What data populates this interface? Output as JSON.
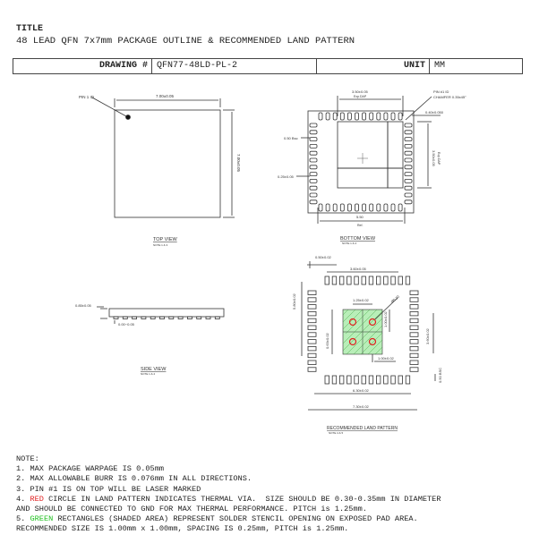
{
  "title_label": "TITLE",
  "title_text": "48 LEAD QFN 7x7mm PACKAGE OUTLINE & RECOMMENDED LAND PATTERN",
  "header": {
    "drawing_label": "DRAWING #",
    "drawing_value": "QFN77-48LD-PL-2",
    "unit_label": "UNIT",
    "unit_value": "MM"
  },
  "top_view": {
    "caption": "TOP VIEW",
    "sub": "NOTE 1 & 3",
    "pin1": "PIN 1 ID",
    "width_dim": "7.00±0.05",
    "height_dim": "7.00±0.05"
  },
  "bottom_view": {
    "caption": "BOTTOM VIEW",
    "sub": "NOTE 1 & 2",
    "epad_w": "3.50±0.05",
    "epad_w_sub": "Exp.DAP",
    "pin_label": "PIN #1 ID",
    "chamfer": "CHAMFER 0.35x45°",
    "lead_w": "0.40±0.050",
    "pitch": "0.50 Bsc",
    "lead_len": "0.25±0.05",
    "epad_h": "3.50±0.05",
    "epad_h_sub": "Exp.DAP",
    "span": "5.50",
    "span_sub": "Ref."
  },
  "side_view": {
    "caption": "SIDE VIEW",
    "sub": "NOTE 1 & 2",
    "height": "0.85±0.05",
    "standoff": "0.00~0.05"
  },
  "land_pattern": {
    "caption": "RECOMMENDED LAND PATTERN",
    "sub": "NOTE 4 & 5",
    "pad_w": "0.50±0.02",
    "epad_dim": "3.60±0.05",
    "via_pitch": "1.25±0.02",
    "via_dia": "Ø0.30",
    "left_outer": "5.80±0.02",
    "left_inner": "0.63±0.02",
    "stencil_h": "1.00±0.02",
    "stencil_w": "1.00±0.02",
    "right_inner": "3.60±0.02",
    "pitch": "0.50 BSC",
    "inner_span": "6.30±0.02",
    "outer_span": "7.30±0.02"
  },
  "notes": {
    "heading": "NOTE:",
    "n1": "1. MAX PACKAGE WARPAGE IS 0.05mm",
    "n2": "2. MAX ALLOWABLE BURR IS 0.076mm IN ALL DIRECTIONS.",
    "n3": "3. PIN #1 IS ON TOP WILL BE LASER MARKED",
    "n4_pre": "4. ",
    "n4_red": "RED",
    "n4_post": " CIRCLE IN LAND PATTERN INDICATES THERMAL VIA.  SIZE SHOULD BE 0.30-0.35mm IN DIAMETER",
    "n4_cont": "AND SHOULD BE CONNECTED TO GND FOR MAX THERMAL PERFORMANCE. PITCH is 1.25mm.",
    "n5_pre": "5. ",
    "n5_green": "GREEN",
    "n5_post": " RECTANGLES (SHADED AREA) REPRESENT SOLDER STENCIL OPENING ON EXPOSED PAD AREA.",
    "n5_cont": "RECOMMENDED SIZE IS 1.00mm x 1.00mm, SPACING IS 0.25mm, PITCH is 1.25mm."
  },
  "colors": {
    "via": "#e02020",
    "stencil": "#7ee07e",
    "line": "#333333"
  }
}
